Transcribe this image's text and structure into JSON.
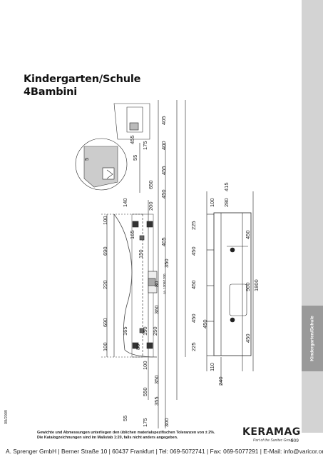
{
  "page": {
    "title_line1": "Kindergarten/Schule",
    "title_line2": "4Bambini",
    "side_tab_label": "Kindergarten/Schule",
    "date_code": "08/2009",
    "note_line1": "Gewichte und Abmessungen unterliegen den üblichen materialspezifischen Toleranzen von ± 2%.",
    "note_line2": "Die Katalogzeichnungen sind im Maßstab 1:20, falls nicht anders angegeben.",
    "brand": "KERAMAG",
    "brand_sub": "Part of the Sanitec Group",
    "page_number": "509",
    "footer": "A. Sprenger GmbH | Berner Straße 10 | 60437 Frankfurt | Tel: 069-5072741 | Fax: 069-5077291 | E-Mail: info@varicor.org"
  },
  "drawing": {
    "top_row": [
      "100",
      "690",
      "220",
      "690",
      "100"
    ],
    "elevation": [
      "175",
      "355",
      "550",
      "350",
      "100",
      "80",
      "150",
      "250",
      "165",
      "360",
      "80",
      "350",
      "150",
      "405",
      "165",
      "200",
      "450",
      "650",
      "455",
      "400",
      "175",
      "55",
      "405",
      "455",
      "5",
      "140",
      "55",
      "300"
    ],
    "plan_lengths": [
      "225",
      "450",
      "450",
      "450",
      "225"
    ],
    "plan_depths": [
      "100",
      "280",
      "415",
      "110",
      "240",
      "450"
    ],
    "plan_bottom": [
      "450",
      "900",
      "450",
      "1800"
    ],
    "small_label": "ca. 1300/1200"
  },
  "colors": {
    "sidebar": "#d3d3d3",
    "side_tab": "#9a9a9a"
  }
}
